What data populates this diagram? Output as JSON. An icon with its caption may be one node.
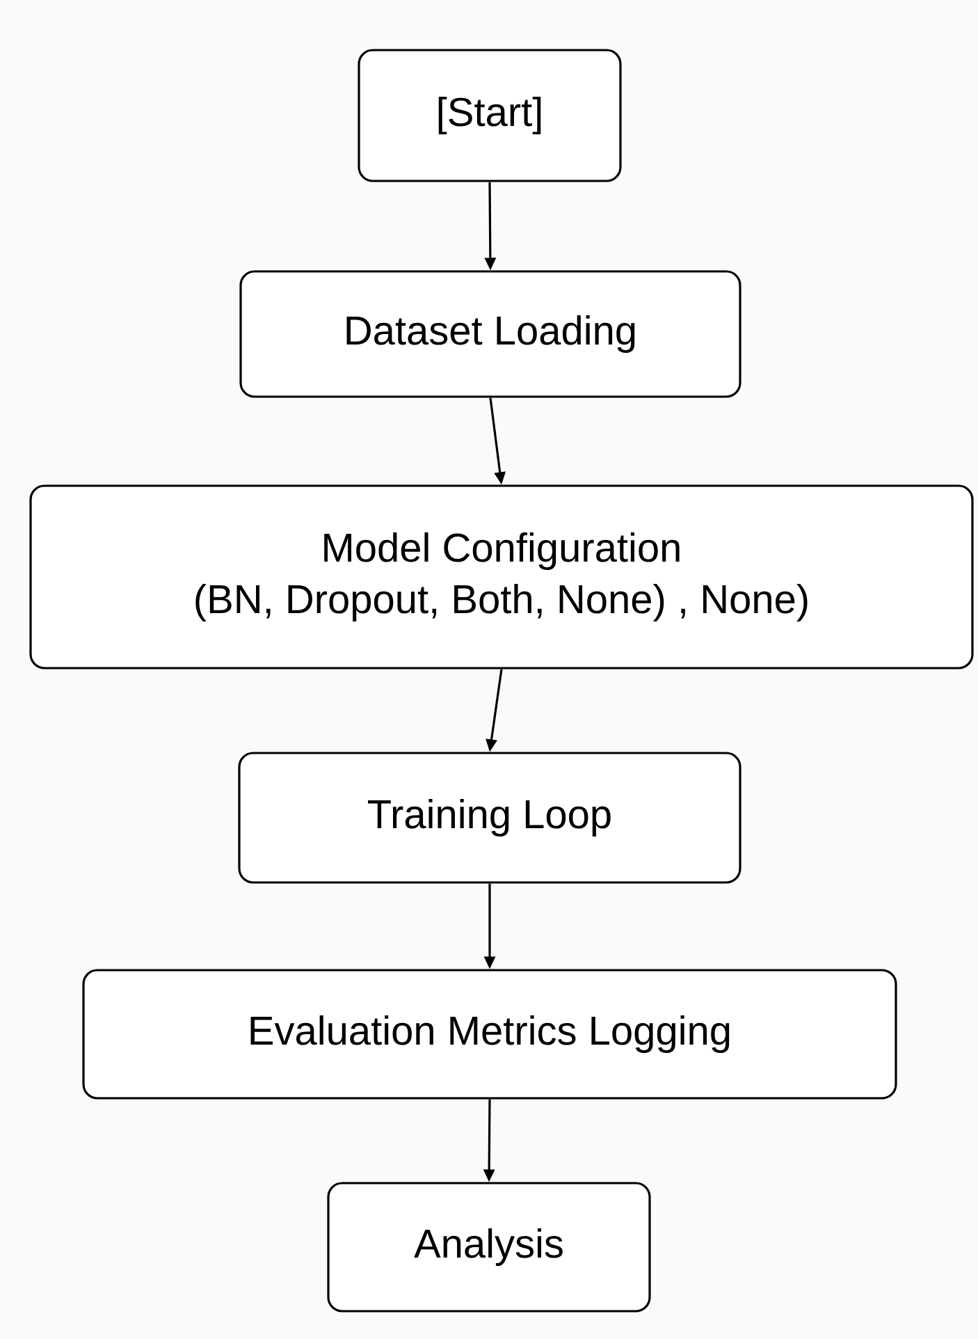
{
  "diagram": {
    "nodes": [
      {
        "text": [
          "[Start]"
        ]
      },
      {
        "text": [
          "Dataset Loading"
        ]
      },
      {
        "text": [
          "Model Configuration",
          "(BN, Dropout, Both, None) , None)"
        ]
      },
      {
        "text": [
          "Training Loop"
        ]
      },
      {
        "text": [
          "Evaluation Metrics Logging"
        ]
      },
      {
        "text": [
          "Analysis"
        ]
      }
    ],
    "edges": [
      {
        "from": 0,
        "to": 1,
        "arrow": "to"
      },
      {
        "from": 1,
        "to": 2,
        "arrow": "to"
      },
      {
        "from": 2,
        "to": 3,
        "arrow": "to"
      },
      {
        "from": 3,
        "to": 4,
        "arrow": "to"
      },
      {
        "from": 4,
        "to": 5,
        "arrow": "to"
      }
    ]
  }
}
